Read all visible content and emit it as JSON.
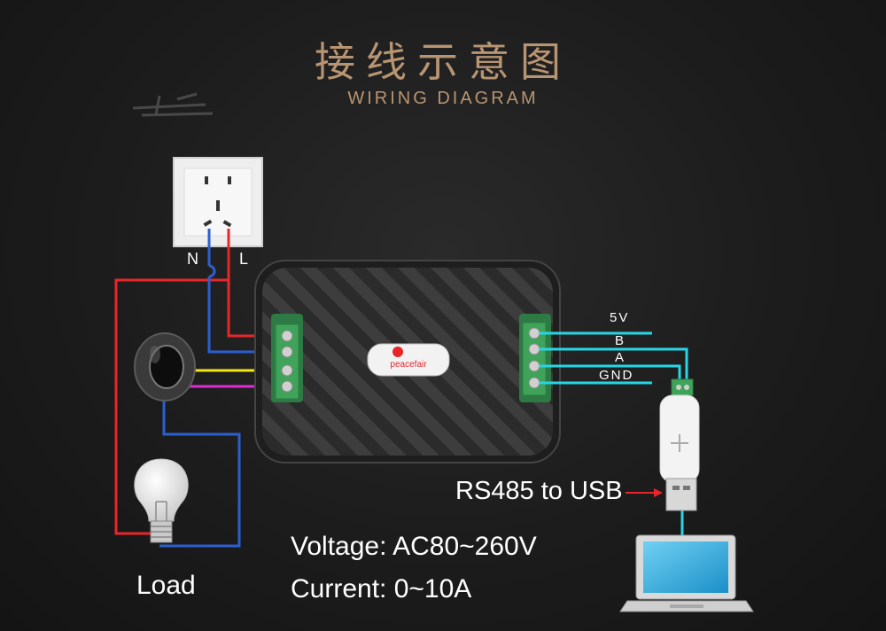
{
  "header": {
    "title_cn": "接线示意图",
    "title_en": "WIRING DIAGRAM"
  },
  "socket": {
    "neutral_label": "N",
    "live_label": "L"
  },
  "meter": {
    "brand": "peacefair"
  },
  "rs485_pins": {
    "pin1": "5V",
    "pin2": "B",
    "pin3": "A",
    "pin4": "GND"
  },
  "converter_label": "RS485 to USB",
  "load_label": "Load",
  "specs": {
    "voltage": "Voltage: AC80~260V",
    "current": "Current: 0~10A"
  },
  "colors": {
    "title": "#b89572",
    "wire_red": "#e8262a",
    "wire_blue": "#2a5fd1",
    "wire_yellow": "#f5e60f",
    "wire_magenta": "#e02bd6",
    "wire_cyan": "#25d6e6",
    "terminal_green": "#3fa45a"
  }
}
